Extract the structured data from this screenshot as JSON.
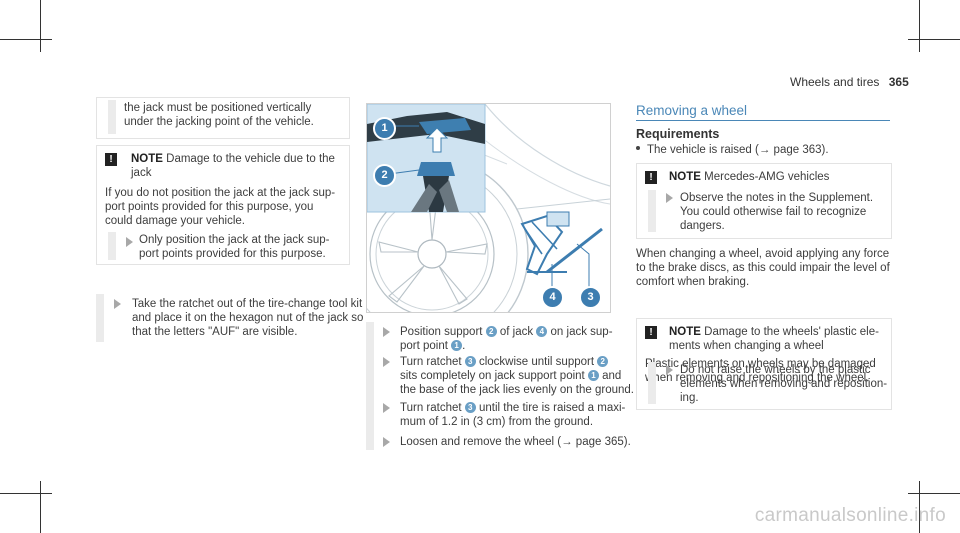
{
  "header": {
    "section": "Wheels and tires",
    "page_number": "365"
  },
  "left": {
    "box1_line1": "the jack must be positioned vertically",
    "box1_line2": "under the jacking point of the vehicle.",
    "note_label": "NOTE",
    "note_title_rest": "Damage to the vehicle due to the",
    "note_title_cont": "jack",
    "note_p1": "If you do not position the jack at the jack sup-",
    "note_p2": "port points provided for this purpose, you",
    "note_p3": "could damage your vehicle.",
    "note_step1": "Only position the jack at the jack sup-",
    "note_step2": "port points provided for this purpose.",
    "step1": "Take the ratchet out of the tire-change tool kit",
    "step2": "and place it on the hexagon nut of the jack so",
    "step3": "that the letters \"AUF\" are visible."
  },
  "middle": {
    "callouts": [
      "1",
      "2",
      "4",
      "3"
    ],
    "s1a_pre": "Position support",
    "s1a_mid": "of jack",
    "s1a_post": "on jack sup-",
    "s1b_pre": "port point",
    "s2a_pre": "Turn ratchet",
    "s2a_mid": "clockwise until support",
    "s2b_pre": "sits completely on jack support point",
    "s2b_post": "and",
    "s2c": "the base of the jack lies evenly on the ground.",
    "s3a_pre": "Turn ratchet",
    "s3a_post": "until the tire is raised a maxi-",
    "s3b": "mum of 1.2 in (3 cm) from the ground.",
    "s4": "Loosen and remove the wheel (→ page 365)."
  },
  "right": {
    "title": "Removing a wheel",
    "requirements": "Requirements",
    "req_item": "The vehicle is raised (→ page 363).",
    "note1_label": "NOTE",
    "note1_rest": "Mercedes-AMG vehicles",
    "note1_s1": "Observe the notes in the Supplement.",
    "note1_s2": "You could otherwise fail to recognize",
    "note1_s3": "dangers.",
    "p1": "When changing a wheel, avoid applying any force",
    "p2": "to the brake discs, as this could impair the level of",
    "p3": "comfort when braking.",
    "note2_label": "NOTE",
    "note2_rest": "Damage to the wheels' plastic ele-",
    "note2_cont": "ments when changing a wheel",
    "note2_p1": "Plastic elements on wheels may be damaged",
    "note2_p2": "when removing and repositioning the wheel.",
    "note2_s1": "Do not raise the wheels by the plastic",
    "note2_s2": "elements when removing and reposition-",
    "note2_s3": "ing."
  },
  "watermark": "carmanualsonline.info",
  "colors": {
    "accent_blue": "#4a87b7",
    "callout_blue": "#6a9fc5"
  }
}
